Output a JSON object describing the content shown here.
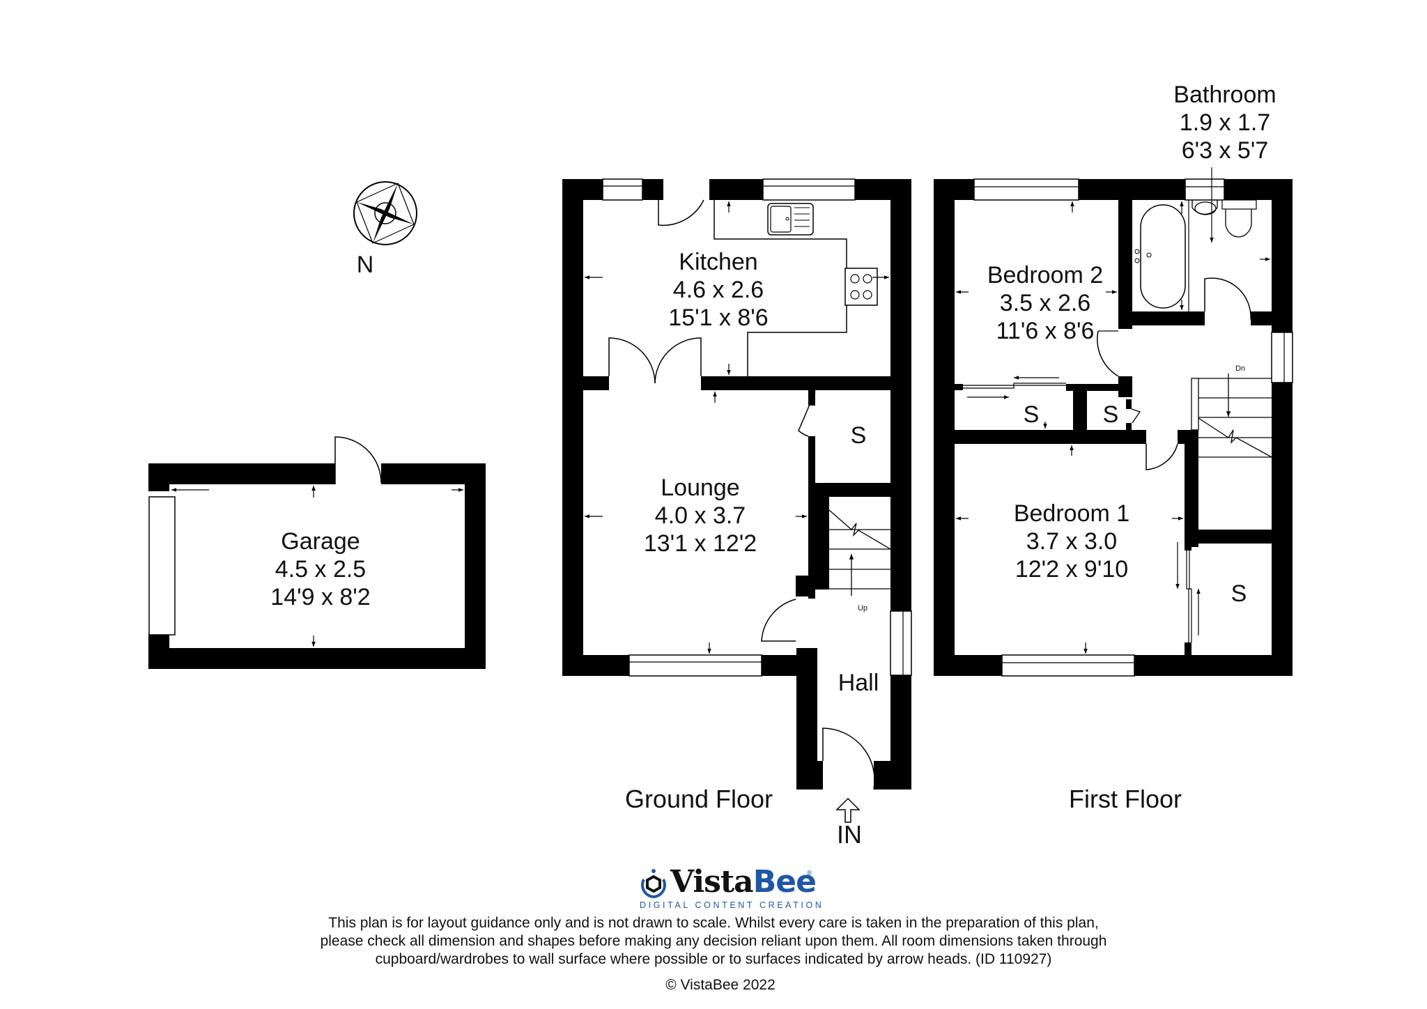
{
  "compass": {
    "label": "N"
  },
  "garage": {
    "name": "Garage",
    "metric": "4.5 x 2.5",
    "imperial": "14'9 x 8'2"
  },
  "ground_floor": {
    "title": "Ground Floor",
    "entrance_label": "IN",
    "stairs_label": "Up",
    "rooms": {
      "kitchen": {
        "name": "Kitchen",
        "metric": "4.6 x 2.6",
        "imperial": "15'1 x 8'6"
      },
      "lounge": {
        "name": "Lounge",
        "metric": "4.0 x 3.7",
        "imperial": "13'1 x 12'2"
      },
      "hall": {
        "name": "Hall"
      },
      "storage": {
        "name": "S"
      }
    }
  },
  "first_floor": {
    "title": "First Floor",
    "stairs_label": "Dn",
    "rooms": {
      "bathroom": {
        "name": "Bathroom",
        "metric": "1.9 x 1.7",
        "imperial": "6'3 x 5'7"
      },
      "bedroom2": {
        "name": "Bedroom 2",
        "metric": "3.5 x 2.6",
        "imperial": "11'6 x 8'6"
      },
      "bedroom1": {
        "name": "Bedroom 1",
        "metric": "3.7 x 3.0",
        "imperial": "12'2 x 9'10"
      },
      "storage_a": {
        "name": "S"
      },
      "storage_b": {
        "name": "S"
      },
      "storage_c": {
        "name": "S"
      }
    }
  },
  "branding": {
    "logo_vista": "Vista",
    "logo_bee": "Bee",
    "logo_reg": "®",
    "tagline": "DIGITAL CONTENT CREATION",
    "brand_color": "#1f57a8"
  },
  "footer": {
    "disclaimer_lines": [
      "This plan is for layout guidance only and is not drawn to scale. Whilst every care is taken in the preparation of this plan,",
      "please check all dimension and shapes before making any decision reliant upon them. All room dimensions taken through",
      "cupboard/wardrobes to wall surface where possible or to surfaces indicated by arrow heads. (ID 110927)"
    ],
    "copyright": "© VistaBee 2022"
  }
}
